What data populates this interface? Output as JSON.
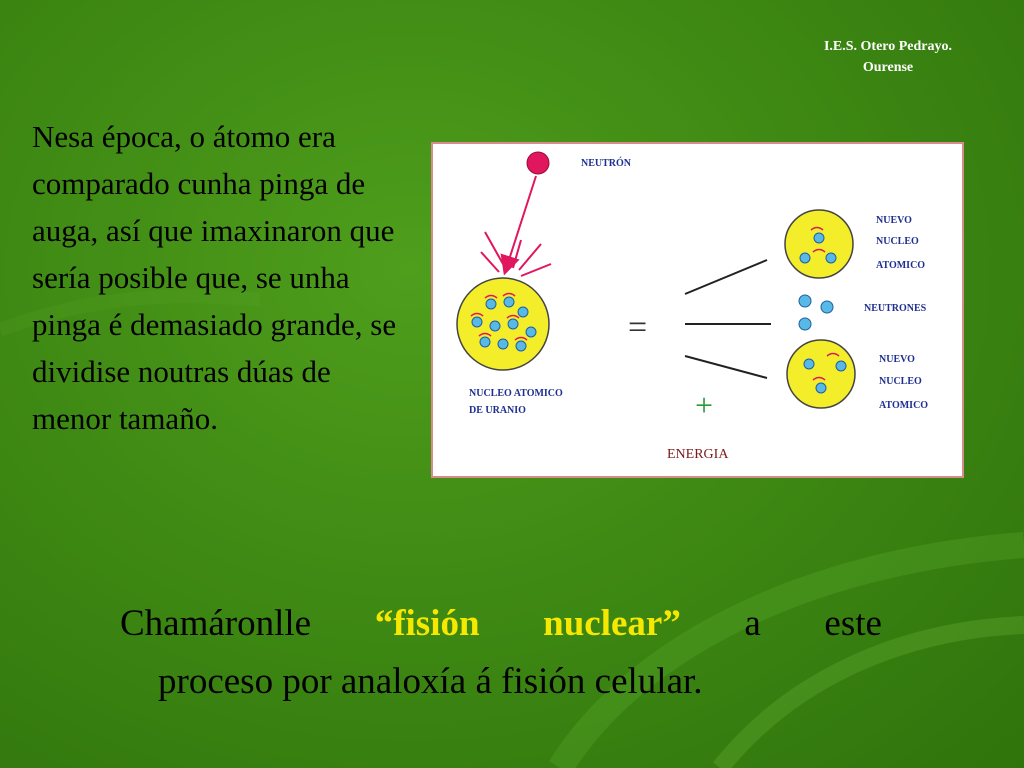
{
  "header": {
    "school_line1": "I.E.S. Otero Pedrayo.",
    "school_line2": "Ourense"
  },
  "body_text": "Nesa época, o átomo era comparado cunha pinga de auga, así que imaxinaron que sería posible que, se unha pinga é demasiado grande, se dividise noutras dúas de menor tamaño.",
  "diagram": {
    "neutron_label": "NEUTRÓN",
    "nucleus_label_line1": "NUCLEO ATOMICO",
    "nucleus_label_line2": "DE URANIO",
    "equals_symbol": "=",
    "plus_symbol": "+",
    "energy_label": "ENERGIA",
    "new_nucleus_top": [
      "NUEVO",
      "NUCLEO",
      "ATOMICO"
    ],
    "neutrons_label": "NEUTRONES",
    "new_nucleus_bottom": [
      "NUEVO",
      "NUCLEO",
      "ATOMICO"
    ],
    "colors": {
      "nucleus_fill": "#f4ee2a",
      "particle_fill": "#58b9e6",
      "neutron_fill": "#e0175f",
      "label_color": "#1f2f8f",
      "energy_color": "#7a1a1a",
      "plus_color": "#2c9a3a"
    }
  },
  "footer": {
    "word1": "Chamáronlle",
    "quote1": "“fisión",
    "quote2": "nuclear”",
    "word2": "a",
    "word3": "este",
    "line2": "proceso por analoxía á fisión celular."
  },
  "colors": {
    "background": "#3f8a14",
    "accent": "#f6e800"
  }
}
